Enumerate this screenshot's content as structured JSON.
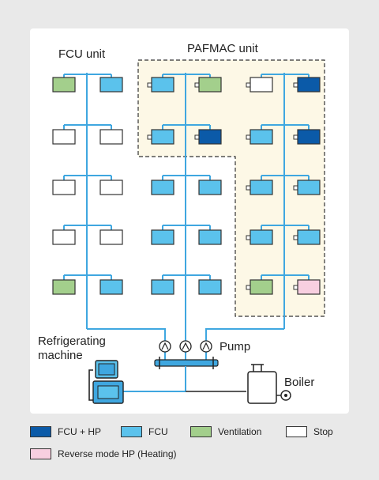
{
  "labels": {
    "fcu_unit": "FCU unit",
    "pafmac_unit": "PAFMAC unit",
    "refrigerating_line1": "Refrigerating",
    "refrigerating_line2": "machine",
    "pump": "Pump",
    "boiler": "Boiler"
  },
  "colors": {
    "fcu_hp": "#0b5aa8",
    "fcu": "#5bc2ec",
    "ventilation": "#a3cf8c",
    "stop": "#ffffff",
    "reverse_hp": "#f8cfe0",
    "pipe": "#3fa7e0",
    "pafmac_fill": "#fdf8e6"
  },
  "legend": [
    {
      "key": "fcu_hp",
      "label": "FCU + HP"
    },
    {
      "key": "fcu",
      "label": "FCU"
    },
    {
      "key": "ventilation",
      "label": "Ventilation"
    },
    {
      "key": "stop",
      "label": "Stop"
    },
    {
      "key": "reverse_hp",
      "label": "Reverse mode HP (Heating)"
    }
  ],
  "columns": [
    {
      "name": "left",
      "rows": [
        [
          "ventilation",
          "fcu"
        ],
        [
          "stop",
          "stop"
        ],
        [
          "stop",
          "stop"
        ],
        [
          "stop",
          "stop"
        ],
        [
          "ventilation",
          "fcu"
        ]
      ]
    },
    {
      "name": "middle",
      "rows": [
        [
          "fcu",
          "ventilation"
        ],
        [
          "fcu",
          "fcu_hp"
        ],
        [
          "fcu",
          "fcu"
        ],
        [
          "fcu",
          "fcu"
        ],
        [
          "fcu",
          "fcu"
        ]
      ]
    },
    {
      "name": "right",
      "rows": [
        [
          "stop",
          "fcu_hp"
        ],
        [
          "fcu",
          "fcu_hp"
        ],
        [
          "fcu",
          "fcu"
        ],
        [
          "fcu",
          "fcu"
        ],
        [
          "ventilation",
          "reverse_hp"
        ]
      ]
    }
  ]
}
